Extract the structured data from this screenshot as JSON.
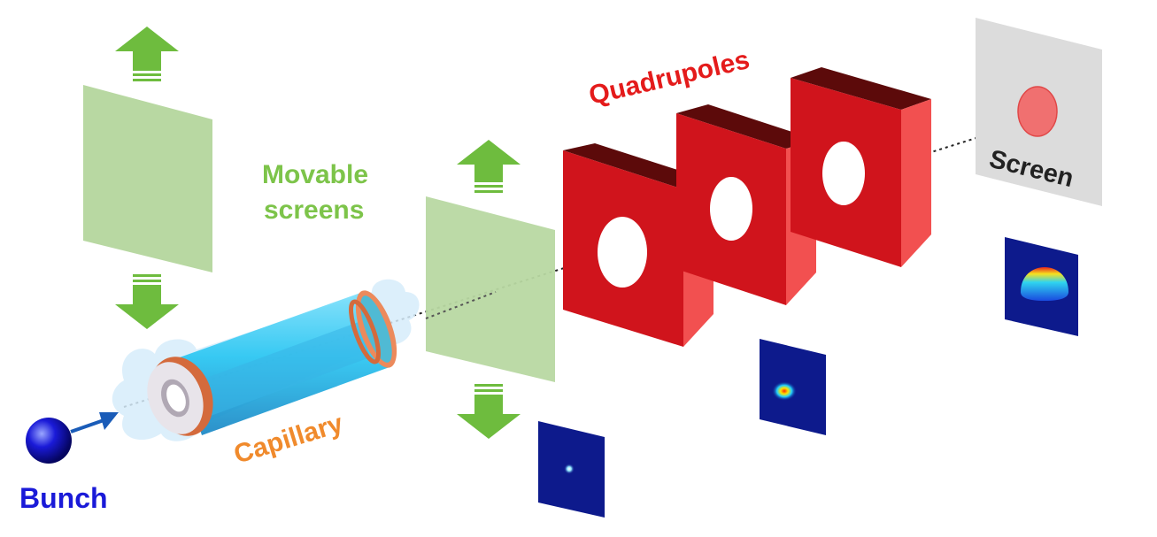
{
  "labels": {
    "quadrupoles": "Quadrupoles",
    "movable_screens_line1": "Movable",
    "movable_screens_line2": "screens",
    "screen": "Screen",
    "capillary": "Capillary",
    "bunch": "Bunch"
  },
  "colors": {
    "quadrupole_front": "#d0141c",
    "quadrupole_side": "#f25050",
    "quadrupole_top": "#5c0a0a",
    "movable_screen": "#b8d8a2",
    "arrow_green": "#6ebc3e",
    "capillary_body": "#29c6f2",
    "capillary_ring": "#d46a3c",
    "capillary_label": "#f08a2c",
    "bunch_blue": "#1a1ad8",
    "screen_gray": "#dcdcdc",
    "beam_spot": "#f07070",
    "quadrupole_label": "#e41b1b",
    "movable_label": "#7dc44a",
    "screen_label": "#222222",
    "profile_bg": "#0d1a8c"
  },
  "icons": [
    "up-arrow-icon",
    "down-arrow-icon",
    "bunch-sphere-icon"
  ]
}
